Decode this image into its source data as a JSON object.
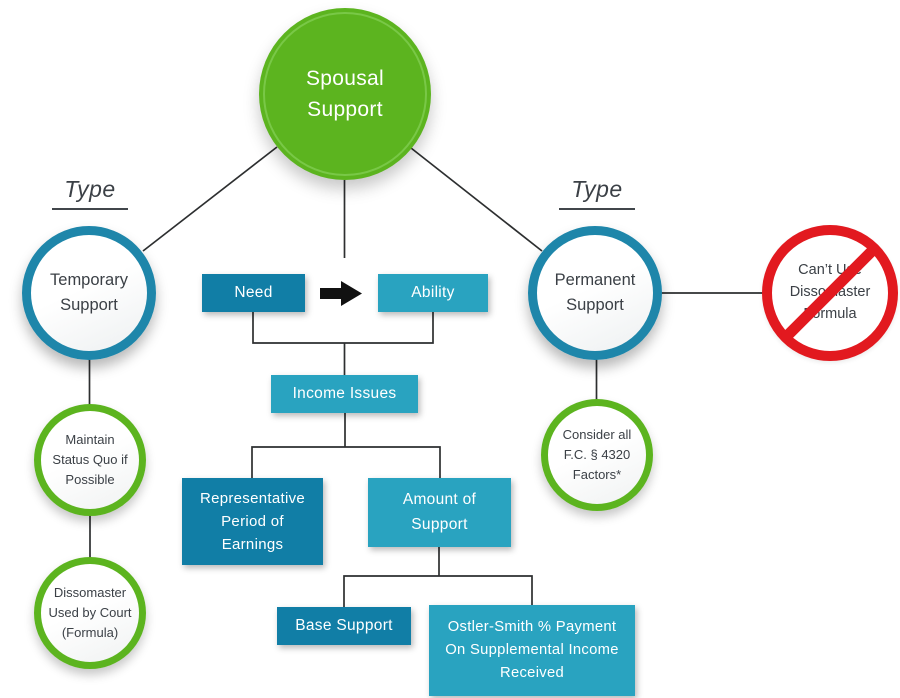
{
  "colors": {
    "green": "#5cb41f",
    "green-inner-ring": "#79c847",
    "teal-ring": "#1e86aa",
    "teal-dark": "#117ea6",
    "teal-light": "#29a3c0",
    "red": "#e2191f",
    "text-dark": "#3b4046",
    "line": "#2d2f30",
    "arrow": "#111111"
  },
  "root": {
    "label": "Spousal Support"
  },
  "left": {
    "type_label": "Type",
    "main": "Temporary Support",
    "sub1": "Maintain Status Quo if Possible",
    "sub2": "Dissomaster Used by Court (Formula)"
  },
  "right": {
    "type_label": "Type",
    "main": "Permanent Support",
    "sub1": "Consider all F.C. § 4320 Factors*",
    "prohibition": "Can’t Use Dissomaster Formula"
  },
  "flow": {
    "need": "Need",
    "ability": "Ability",
    "income_issues": "Income Issues",
    "representative": "Representative Period of Earnings",
    "amount": "Amount of Support",
    "base": "Base Support",
    "ostler": "Ostler-Smith % Payment On Supplemental Income Received"
  }
}
